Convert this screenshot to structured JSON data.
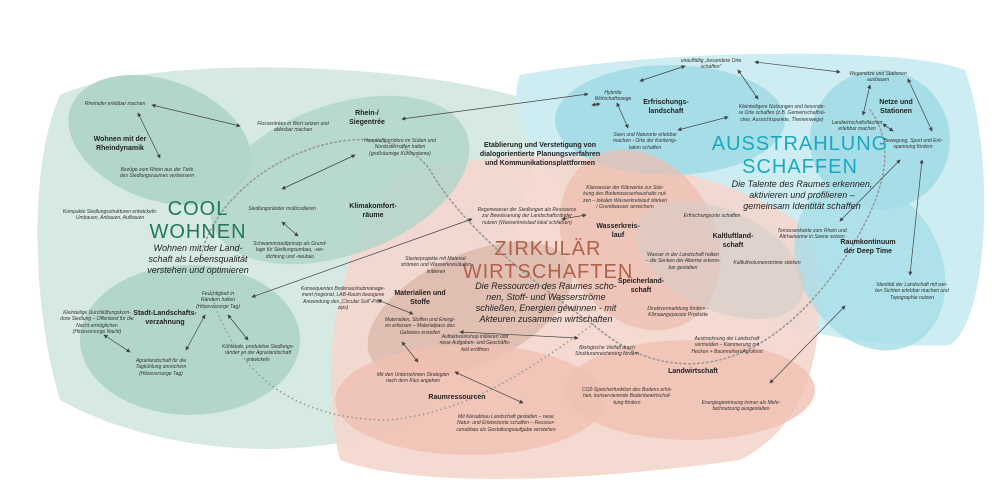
{
  "colors": {
    "green": "#1f7a5c",
    "teal": "#1aa9c2",
    "salmon": "#b0614a"
  },
  "cool": {
    "title": "COOL\nWOHNEN",
    "subtitle": "Wohnen mit der Land-\nschaft als Lebensqualität\nverstehen und optimieren"
  },
  "zirk": {
    "title": "ZIRKULÄR\nWIRTSCHAFTEN",
    "subtitle": "Die Ressourcen des Raumes scho-\nnen, Stoff- und Wasserströme\nschließen, Energien gewinnen -  mit\nAkteuren zusammen wirtschaften"
  },
  "aus": {
    "title": "AUSSTRAHLUNG\nSCHAFFEN",
    "subtitle": "Die Talente des Raumes erkennen,\naktivieren und profilieren –\ngemeinsam Identität schaffen"
  },
  "center": "Etablierung und Verstetigung von\ndialogorientierte Planungsverfahren\nund Kommunikationsplattformen",
  "labels": {
    "rheindynamik": "Wohnen mit der\nRheindynamik",
    "siegentree": "Rhein-/\nSiegentrée",
    "klimakomfort": "Klimakomfort-\nräume",
    "stadtland": "Stadt-Landschafts-\nverzahnung",
    "materialien": "Materialien und\nStoffe",
    "raumressourcen": "Raumressourcen",
    "wasserkreislauf": "Wasserkreis-\nlauf",
    "speicher": "Speicherland-\nschaft",
    "landwirtschaft": "Landwirtschaft",
    "kaltluft": "Kaltluftland-\nschaft",
    "erfrischung": "Erfrischungs-\nlandschaft",
    "netze": "Netze und\nStationen",
    "deeptime": "Raumkontinuum\nder Deep Time"
  },
  "notes": {
    "rheinufer": "Rheinufer erlebbar machen",
    "bezuege": "Bezüge zum Rhein aus der Tiefe\ndes Siedlungsraumes verbessern",
    "kompakt": "Kompakte Siedlungsstrukturen entwickeln:\nUmbauen, Anbauen, Aufbauen",
    "flussentrees": "Flussentrées in Wert setzen und\nablesbar machen",
    "hauptluft": "Hauptluftkorridore im Süden und\nNordosten offen halten\n(großräumige Kühlsysteme)",
    "siedlungsraender": "Siedlungsränder multicodieren",
    "schwamm": "Schwammstadtprinzip als Grund-\nlage für Siedlungsumbau, -ver-\ndichtung und -neubau",
    "feuchtigkeit": "Feuchtigkeit in\nRändern halten\n(Hitzevorsorge Tag)",
    "kleinteilig": "Kleinteilige Durchlüftungskorri-\ndore Siedlung – Offenland für die\nNacht ermöglichen\n(Hitzevorsorge Nacht)",
    "kuehlende": "Kühlende, produktive Siedlungs-\nränder an der Agrarlandschaft\nentwickeln",
    "agrar": "Agrarlandschaft für die\nTagkühlung anreichern\n(Hitzevorsorge Tag)",
    "regenwasser": "Regenwasser der Siedlungen als Ressource\nzur Bewässerung der Landschaftsränder\nnutzen (Wasserkreislauf lokal schließen)",
    "starter": "Starterprojekte mit Material-\nströmen und Wasserkreisläufen\ninitiieren",
    "bodenaushub": "Konsequentes Bodenaushubmanage-\nment (regional, LAB-Raum bezogene\nAnwendung des „Circular Soil“-Prin-\nzips)",
    "materialpass": "Materialien, Stoffen und Energi-\nen erfassen – Materialpass des\nGebietes erstellen",
    "auftakt": "Auftaktworkshop initiieren und\nneue Aufgaben- und Geschäfts-\nfeld eröffnen",
    "unternehmen": "Mit den Unternehmen Strategien\nnach dem Kies angehen",
    "kiesabbau": "Mit Kiesabbau Landschaft gestalten – neue\nNatur- und Erlebnisorte schaffen – Ressour-\ncenabbau als Gestaltungsaufgabe verstehen",
    "biologisch": "Biologische Vielfalt durch\nStrukturanreicherung fördern",
    "co2": "CO2-Speicherfunktion des Bodens erhö-\nhen, konservierende Bodenbewirtschaf-\ntung fördern",
    "energie": "Energiegewinnung immer als Mehr-\nfachnutzung ausgestalten",
    "direkt": "Direktvermarktung fördern -\nKlimaangepasste Produkte",
    "austrocknung": "Austrocknung der Landschaft\nvermeiden – Kammerung mit\nHecken + Baumreihen/Agroforst",
    "wasserhalten": "Wasser in der Landschaft halten\n– die Senken der Altarme erkenn-\nbar gestalten",
    "klarwasser": "Klarwasser der Klärwerke zur Stär-\nkung des Bodenwasserhaushalts nut-\nzen – lokalen Wasserkreislauf stärken\n/ Grundwasser anreichern",
    "erfrischungsorte": "Erfrischungsorte schaffen",
    "kaltluftvol": "Kaltluftvolumenströme stärken",
    "terrasse": "Terrassenkante zum Rhein und\nAltrheinarme in Szene setzen",
    "hybride": "Hybride\nWirtschaftswege",
    "unauffaellig": "unauffällig „besondere Orte\nschaffen“",
    "kleinteiligere": "Kleinteiligere Nutzungen und besonde-\nre Orte schaffen (z.B. Gemeinschaftsä-\ncker, Aussichtspunkte, Themenwege)",
    "seen": "Seen und Naturorte erlebbar\nmachen - Orte der Kontemp-\nlation schaffen",
    "wegenetze": "Wegenetze und Stationen\nausbauen",
    "lwflaechen": "Landwirtschaftsflächen\nerlebbar machen",
    "bewegung": "Bewegung, Sport und Ent-\nspannung fördern",
    "identitaet": "Identität der Landschaft mit wei-\nten Sichten erlebbar machen und\nTopographie nutzen"
  }
}
